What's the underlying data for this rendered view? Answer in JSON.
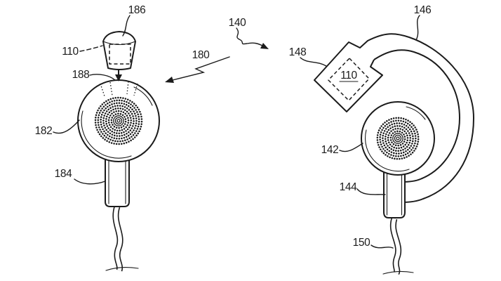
{
  "drawing": {
    "background_color": "#ffffff",
    "line_color": "#1b1b1b",
    "left_assembly": {
      "assembly_ref": "180",
      "cap_ref": "186",
      "module_ref": "110",
      "ports_ref": "188",
      "body_ref": "182",
      "stem_ref": "184"
    },
    "right_assembly": {
      "assembly_ref": "140",
      "hook_ref": "146",
      "housing_ref": "148",
      "module_ref": "110",
      "body_ref": "142",
      "stem_ref": "144",
      "cable_ref": "150"
    }
  }
}
